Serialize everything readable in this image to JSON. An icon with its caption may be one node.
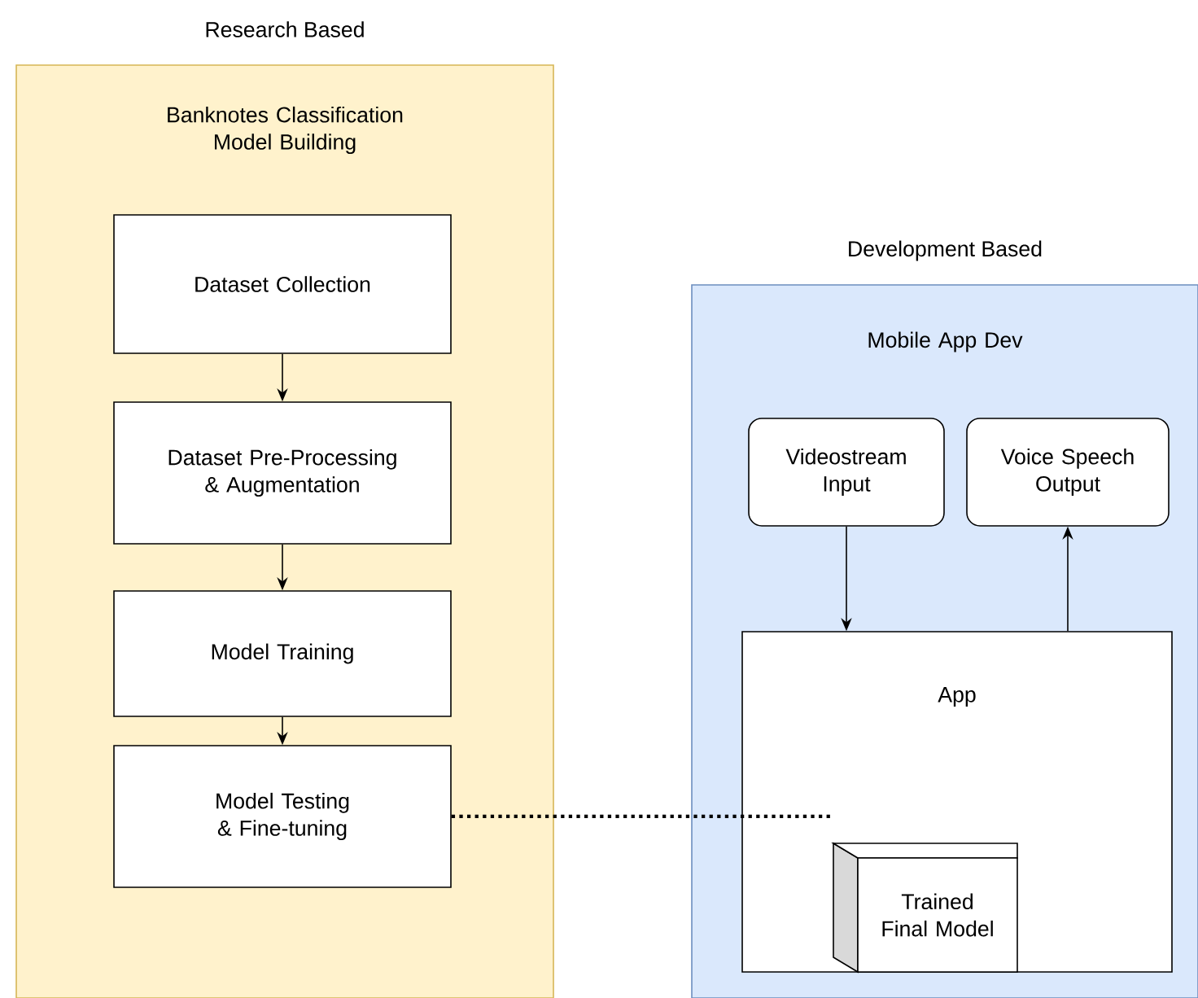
{
  "diagram": {
    "nodes": [
      {
        "text": [
          "Research Based",
          "Banknotes Classification Model Building"
        ]
      },
      {
        "text": [
          "Dataset Collection"
        ],
        "in": 0
      },
      {
        "text": [
          "Dataset Pre-Processing & Augmentation"
        ],
        "in": 0
      },
      {
        "text": [
          "Model Training"
        ],
        "in": 0
      },
      {
        "text": [
          "Model Testing & Fine-tuning"
        ],
        "in": 0
      },
      {
        "text": [
          "Development Based",
          "Mobile App Dev"
        ]
      },
      {
        "text": [
          "Videostream Input"
        ],
        "in": 5
      },
      {
        "text": [
          "Voice Speech Output"
        ],
        "in": 5
      },
      {
        "text": [
          "App"
        ],
        "in": 5
      },
      {
        "text": [
          "Trained Final Model"
        ],
        "in": 8
      }
    ],
    "edges": [
      {
        "from": 1,
        "to": 2,
        "arrow": "to"
      },
      {
        "from": 2,
        "to": 3,
        "arrow": "to"
      },
      {
        "from": 3,
        "to": 4,
        "arrow": "to"
      },
      {
        "from": 6,
        "to": 8,
        "arrow": "to"
      },
      {
        "from": 8,
        "to": 7,
        "arrow": "to"
      },
      {
        "from": 4,
        "to": 9,
        "arrow": "none",
        "style": "dashed"
      }
    ]
  }
}
